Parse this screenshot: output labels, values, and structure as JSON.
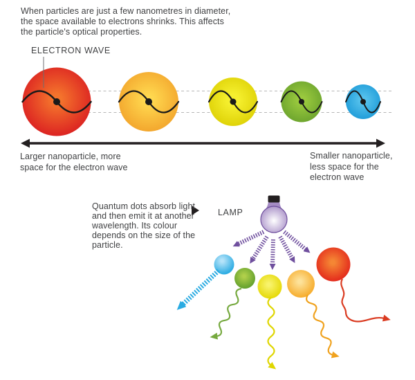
{
  "background_color": "#ffffff",
  "text_color": "#3f4042",
  "intro": {
    "lines": [
      "When particles are just a few nanometres in diameter,",
      "the space available to electrons shrinks. This affects",
      "the particle's optical properties."
    ]
  },
  "top_diagram": {
    "electron_wave_label": "ELECTRON WAVE",
    "pointer_line_color": "#6d6e70",
    "dashed_line_color": "#b5b5b5",
    "wave_color": "#1a1a1a",
    "axis_arrow_color": "#231f20",
    "left_caption_lines": [
      "Larger nanoparticle, more",
      "space for the electron wave"
    ],
    "right_caption_lines": [
      "Smaller nanoparticle,",
      "less space for the",
      "electron wave"
    ],
    "nanoparticles": [
      {
        "name": "largest-red",
        "center_color": "#f4732c",
        "edge_color": "#da1d21"
      },
      {
        "name": "large-orange",
        "center_color": "#ffd84f",
        "edge_color": "#f2a32b"
      },
      {
        "name": "medium-yellow",
        "center_color": "#f5ef2e",
        "edge_color": "#ddd004"
      },
      {
        "name": "small-green",
        "center_color": "#9ac93e",
        "edge_color": "#6ba32d"
      },
      {
        "name": "smallest-blue",
        "center_color": "#55c1ec",
        "edge_color": "#1d9bd8"
      }
    ]
  },
  "bottom_diagram": {
    "caption_lines": [
      "Quantum dots absorb light",
      "and then emit it at another",
      "wavelength. Its colour",
      "depends on the size of the",
      "particle."
    ],
    "pointer_color": "#231f20",
    "lamp_label": "LAMP",
    "lamp": {
      "cap_color": "#231f20",
      "outline_color": "#6d4d9c",
      "glass_center_color": "#ffffff",
      "glass_edge_color": "#a58cc4"
    },
    "absorption_arrow_color": "#6f4f9e",
    "quantum_dots": [
      {
        "name": "blue-dot",
        "center_color": "#b5e3f9",
        "edge_color": "#29abe2",
        "emission_color": "#29abe2"
      },
      {
        "name": "green-dot",
        "center_color": "#b0cf4a",
        "edge_color": "#5f9e2c",
        "emission_color": "#76a93f"
      },
      {
        "name": "yellow-dot",
        "center_color": "#f8f36b",
        "edge_color": "#e4d700",
        "emission_color": "#dfd600"
      },
      {
        "name": "orange-dot",
        "center_color": "#fde29a",
        "edge_color": "#f6a823",
        "emission_color": "#f0a21e"
      },
      {
        "name": "red-dot",
        "center_color": "#f58634",
        "edge_color": "#e2231a",
        "emission_color": "#da3b21"
      }
    ]
  }
}
